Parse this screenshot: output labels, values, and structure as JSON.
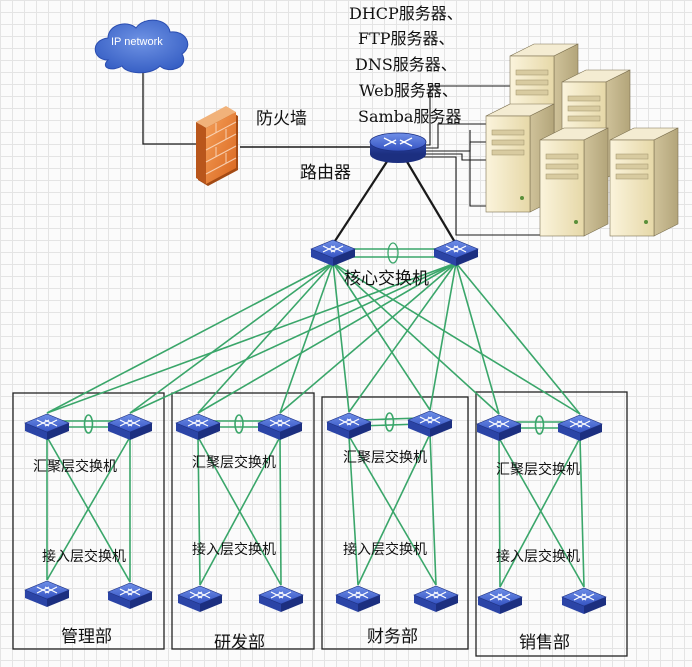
{
  "internet": {
    "label": "IP network"
  },
  "firewall": {
    "label": "防火墙"
  },
  "router": {
    "label": "路由器"
  },
  "server_labels": [
    "DHCP服务器、",
    "FTP服务器、",
    "DNS服务器、",
    "Web服务器、",
    "Samba服务器"
  ],
  "core": {
    "label": "核心交换机"
  },
  "departments": [
    {
      "name": "管理部",
      "agg_label": "汇聚层交换机",
      "acc_label": "接入层交换机"
    },
    {
      "name": "研发部",
      "agg_label": "汇聚层交换机",
      "acc_label": "接入层交换机"
    },
    {
      "name": "财务部",
      "agg_label": "汇聚层交换机",
      "acc_label": "接入层交换机"
    },
    {
      "name": "销售部",
      "agg_label": "汇聚层交换机",
      "acc_label": "接入层交换机"
    }
  ],
  "colors": {
    "link_green": "#3aa66a",
    "switch_blue": "#3b5dc9",
    "line_dark": "#1a1a1a"
  }
}
